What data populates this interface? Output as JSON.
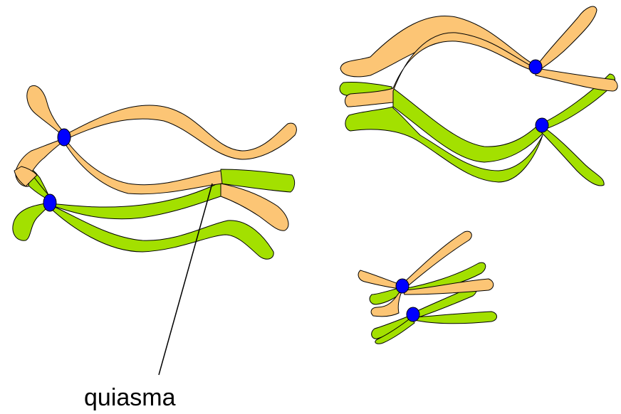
{
  "diagram": {
    "label": "quiasma",
    "colors": {
      "orange_chromatid": "#FCC575",
      "green_chromatid": "#A3E000",
      "centromere": "#0000FF",
      "outline": "#000000",
      "background": "#FFFFFF"
    },
    "panels": [
      "left-crossing-over",
      "top-right-separating",
      "bottom-right-condensed"
    ]
  }
}
